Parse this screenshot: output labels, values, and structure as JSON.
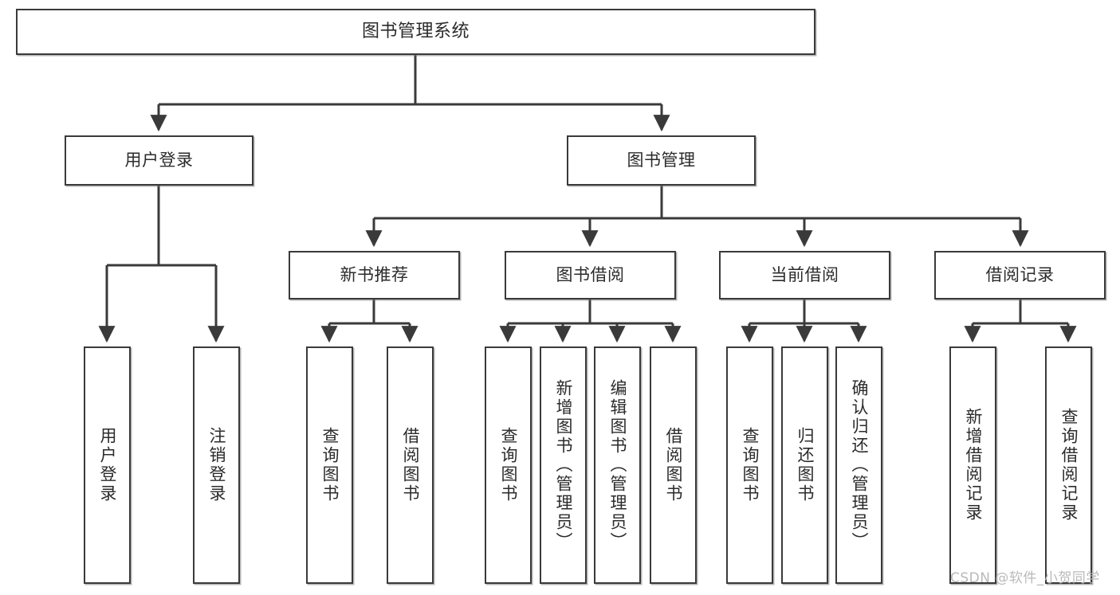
{
  "diagram": {
    "title": "图书管理系统",
    "type": "tree-hierarchy",
    "orientation": "top-down",
    "colors": {
      "box_border": "#3a3a3a",
      "box_fill": "#ffffff",
      "edge": "#3a3a3a",
      "text": "#2b2b2b",
      "watermark": "#b9b9b9",
      "background": "#ffffff"
    }
  },
  "nodes": {
    "root": {
      "label": "图书管理系统",
      "level": 1,
      "orientation": "horizontal"
    },
    "level2": [
      {
        "id": "user-login",
        "label": "用户登录",
        "orientation": "horizontal"
      },
      {
        "id": "book-management",
        "label": "图书管理",
        "orientation": "horizontal"
      }
    ],
    "level3": [
      {
        "id": "new-book-recommend",
        "label": "新书推荐",
        "orientation": "horizontal",
        "parent": "book-management"
      },
      {
        "id": "book-borrow",
        "label": "图书借阅",
        "orientation": "horizontal",
        "parent": "book-management"
      },
      {
        "id": "current-borrow",
        "label": "当前借阅",
        "orientation": "horizontal",
        "parent": "book-management"
      },
      {
        "id": "borrow-record",
        "label": "借阅记录",
        "orientation": "horizontal",
        "parent": "book-management"
      }
    ],
    "leaves": [
      {
        "id": "leaf-user-login",
        "label": "用户登录",
        "orientation": "vertical",
        "parent": "user-login"
      },
      {
        "id": "leaf-user-logout",
        "label": "注销登录",
        "orientation": "vertical",
        "parent": "user-login"
      },
      {
        "id": "leaf-query-book-1",
        "label": "查询图书",
        "orientation": "vertical",
        "parent": "new-book-recommend"
      },
      {
        "id": "leaf-borrow-book-1",
        "label": "借阅图书",
        "orientation": "vertical",
        "parent": "new-book-recommend"
      },
      {
        "id": "leaf-query-book-2",
        "label": "查询图书",
        "orientation": "vertical",
        "parent": "book-borrow"
      },
      {
        "id": "leaf-add-book",
        "label": "新增图书（管理员）",
        "orientation": "vertical",
        "parent": "book-borrow"
      },
      {
        "id": "leaf-edit-book",
        "label": "编辑图书（管理员）",
        "orientation": "vertical",
        "parent": "book-borrow"
      },
      {
        "id": "leaf-borrow-book-2",
        "label": "借阅图书",
        "orientation": "vertical",
        "parent": "book-borrow"
      },
      {
        "id": "leaf-query-book-3",
        "label": "查询图书",
        "orientation": "vertical",
        "parent": "current-borrow"
      },
      {
        "id": "leaf-return-book",
        "label": "归还图书",
        "orientation": "vertical",
        "parent": "current-borrow"
      },
      {
        "id": "leaf-confirm-return",
        "label": "确认归还（管理员）",
        "orientation": "vertical",
        "parent": "current-borrow"
      },
      {
        "id": "leaf-add-record",
        "label": "新增借阅记录",
        "orientation": "vertical",
        "parent": "borrow-record"
      },
      {
        "id": "leaf-query-record",
        "label": "查询借阅记录",
        "orientation": "vertical",
        "parent": "borrow-record"
      }
    ]
  },
  "watermark": {
    "text": "CSDN @软件_小贺同学"
  }
}
